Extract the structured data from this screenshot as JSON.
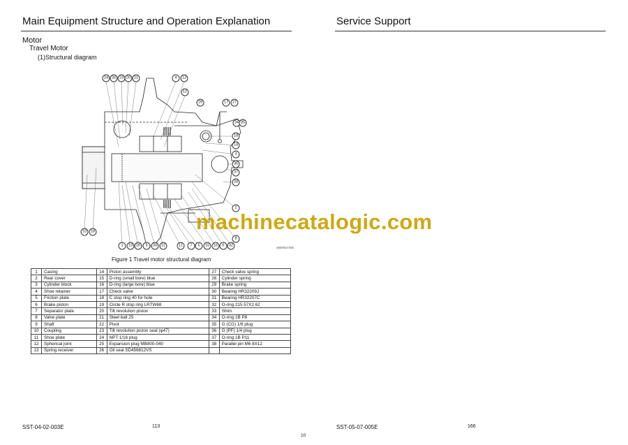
{
  "left_page": {
    "header": "Main Equipment Structure and Operation Explanation",
    "section": "Motor",
    "subsection": "Travel Motor",
    "subsubsection": "(1)Structural diagram",
    "figure_code": "SB0063-005",
    "figure_caption": "Figure 1 Travel motor structural diagram",
    "callouts": {
      "top": [
        "24",
        "26",
        "23",
        "20",
        "21",
        "4",
        "13"
      ],
      "upper": [
        "12",
        "29",
        "17",
        "27",
        "34",
        "35"
      ],
      "right": [
        "18",
        "14",
        "3",
        "36",
        "37",
        "28",
        "2",
        "8"
      ],
      "left": [
        "10",
        "18"
      ],
      "bottom": [
        "1",
        "19",
        "26",
        "9",
        "30",
        "22",
        "11",
        "7",
        "5",
        "15",
        "16",
        "6",
        "32"
      ]
    },
    "parts_table": [
      [
        "1",
        "Casing",
        "14",
        "Piston assembly",
        "27",
        "Check valve spring"
      ],
      [
        "2",
        "Rear cover",
        "15",
        "D-ring (small bore) blue",
        "28",
        "Cylinder spring"
      ],
      [
        "3",
        "Cylinder block",
        "16",
        "D-ring (large bore) blue",
        "29",
        "Brake spring"
      ],
      [
        "4",
        "Shoe retainer",
        "17",
        "Check valve",
        "30",
        "Bearing HR32209J"
      ],
      [
        "5",
        "Friction plate",
        "18",
        "C stop ring 40 for hole",
        "31",
        "Bearing HR32207C"
      ],
      [
        "6",
        "Brake piston",
        "19",
        "Circle R stop ring LRTW68",
        "32",
        "O-ring 215.57X2.62"
      ],
      [
        "7",
        "Separator plate",
        "20",
        "Tilt revolution piston",
        "33",
        "Shim"
      ],
      [
        "8",
        "Valve plate",
        "21",
        "Steel ball 25",
        "34",
        "O-ring 1B P8"
      ],
      [
        "9",
        "Shaft",
        "22",
        "Pivot",
        "35",
        "G (CG) 1/8 plug"
      ],
      [
        "10",
        "Coupling",
        "23",
        "Tilt revolution piston seal (φ47)",
        "36",
        "G (PF) 1/4 plug"
      ],
      [
        "11",
        "Shoe plate",
        "24",
        "NPT 1/16 plug",
        "37",
        "O-ring 1B P11"
      ],
      [
        "12",
        "Spherical joint",
        "25",
        "Expansion plug MB800-040",
        "38",
        "Parallel pin M6 8X12"
      ],
      [
        "13",
        "Spring receiver",
        "26",
        "Oil seal SD456812VS",
        "",
        ""
      ]
    ],
    "footer_code": "SST-04-02-003E",
    "footer_page": "113"
  },
  "right_page": {
    "header": "Service Support",
    "footer_code": "SST-05-07-005E",
    "footer_page": "166"
  },
  "sheet_number": "10",
  "watermark": "machinecatalogic.com"
}
